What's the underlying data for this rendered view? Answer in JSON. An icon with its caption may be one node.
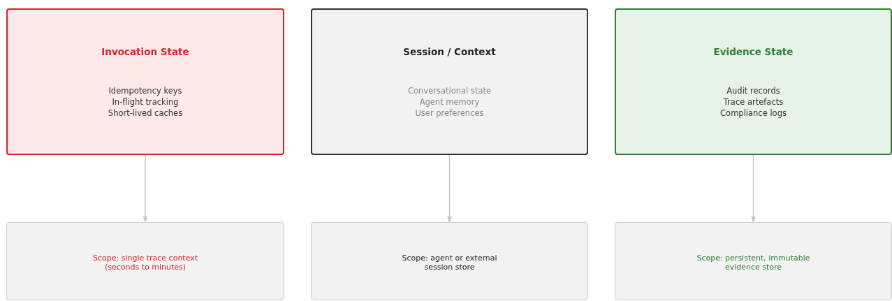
{
  "diagram": {
    "nodes": [
      {
        "text": [
          "Invocation State",
          "Idempotency keys",
          "In-flight tracking",
          "Short-lived caches"
        ]
      },
      {
        "text": [
          "Session / Context",
          "Conversational state",
          "Agent memory",
          "User preferences"
        ]
      },
      {
        "text": [
          "Evidence State",
          "Audit records",
          "Trace artefacts",
          "Compliance logs"
        ]
      },
      {
        "text": [
          "Scope: single trace context (seconds to minutes)"
        ]
      },
      {
        "text": [
          "Scope: agent or external session store"
        ]
      },
      {
        "text": [
          "Scope: persistent, immutable evidence store"
        ]
      }
    ],
    "edges": [
      {
        "from": 0,
        "to": 3,
        "arrow": "to"
      },
      {
        "from": 1,
        "to": 4,
        "arrow": "to"
      },
      {
        "from": 2,
        "to": 5,
        "arrow": "to"
      }
    ]
  }
}
